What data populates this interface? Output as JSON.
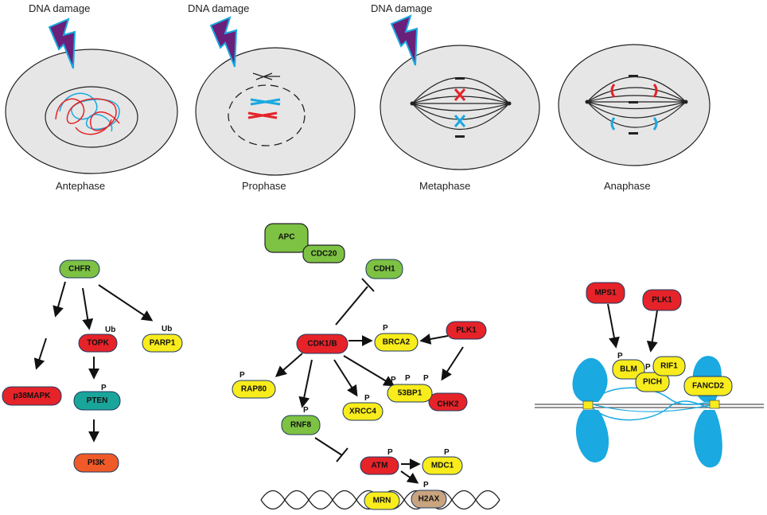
{
  "colors": {
    "green": "#7dc243",
    "red": "#e52329",
    "yellow": "#f8ec1c",
    "teal": "#1aa59b",
    "orange": "#ef5a28",
    "tan": "#c9a47e",
    "blue": "#1aa9e0",
    "purple": "#6a1f7a",
    "cell": "#e6e6e6"
  },
  "top": {
    "damage_label": "DNA damage",
    "phases": [
      "Antephase",
      "Prophase",
      "Metaphase",
      "Anaphase"
    ]
  },
  "nodes": {
    "chfr": "CHFR",
    "topk": "TOPK",
    "parp1": "PARP1",
    "p38mapk": "p38MAPK",
    "pten": "PTEN",
    "pi3k": "PI3K",
    "apc": "APC",
    "cdc20": "CDC20",
    "cdh1": "CDH1",
    "cdk1b": "CDK1/B",
    "brca2": "BRCA2",
    "plk1a": "PLK1",
    "rap80": "RAP80",
    "bp53": "53BP1",
    "chk2": "CHK2",
    "xrcc4": "XRCC4",
    "rnf8": "RNF8",
    "atm": "ATM",
    "mdc1": "MDC1",
    "mrn": "MRN",
    "h2ax": "H2AX",
    "mps1": "MPS1",
    "plk1b": "PLK1",
    "blm": "BLM",
    "pich": "PICH",
    "rif1": "RIF1",
    "fancd2": "FANCD2"
  },
  "marks": {
    "ub": "Ub",
    "p": "P"
  }
}
